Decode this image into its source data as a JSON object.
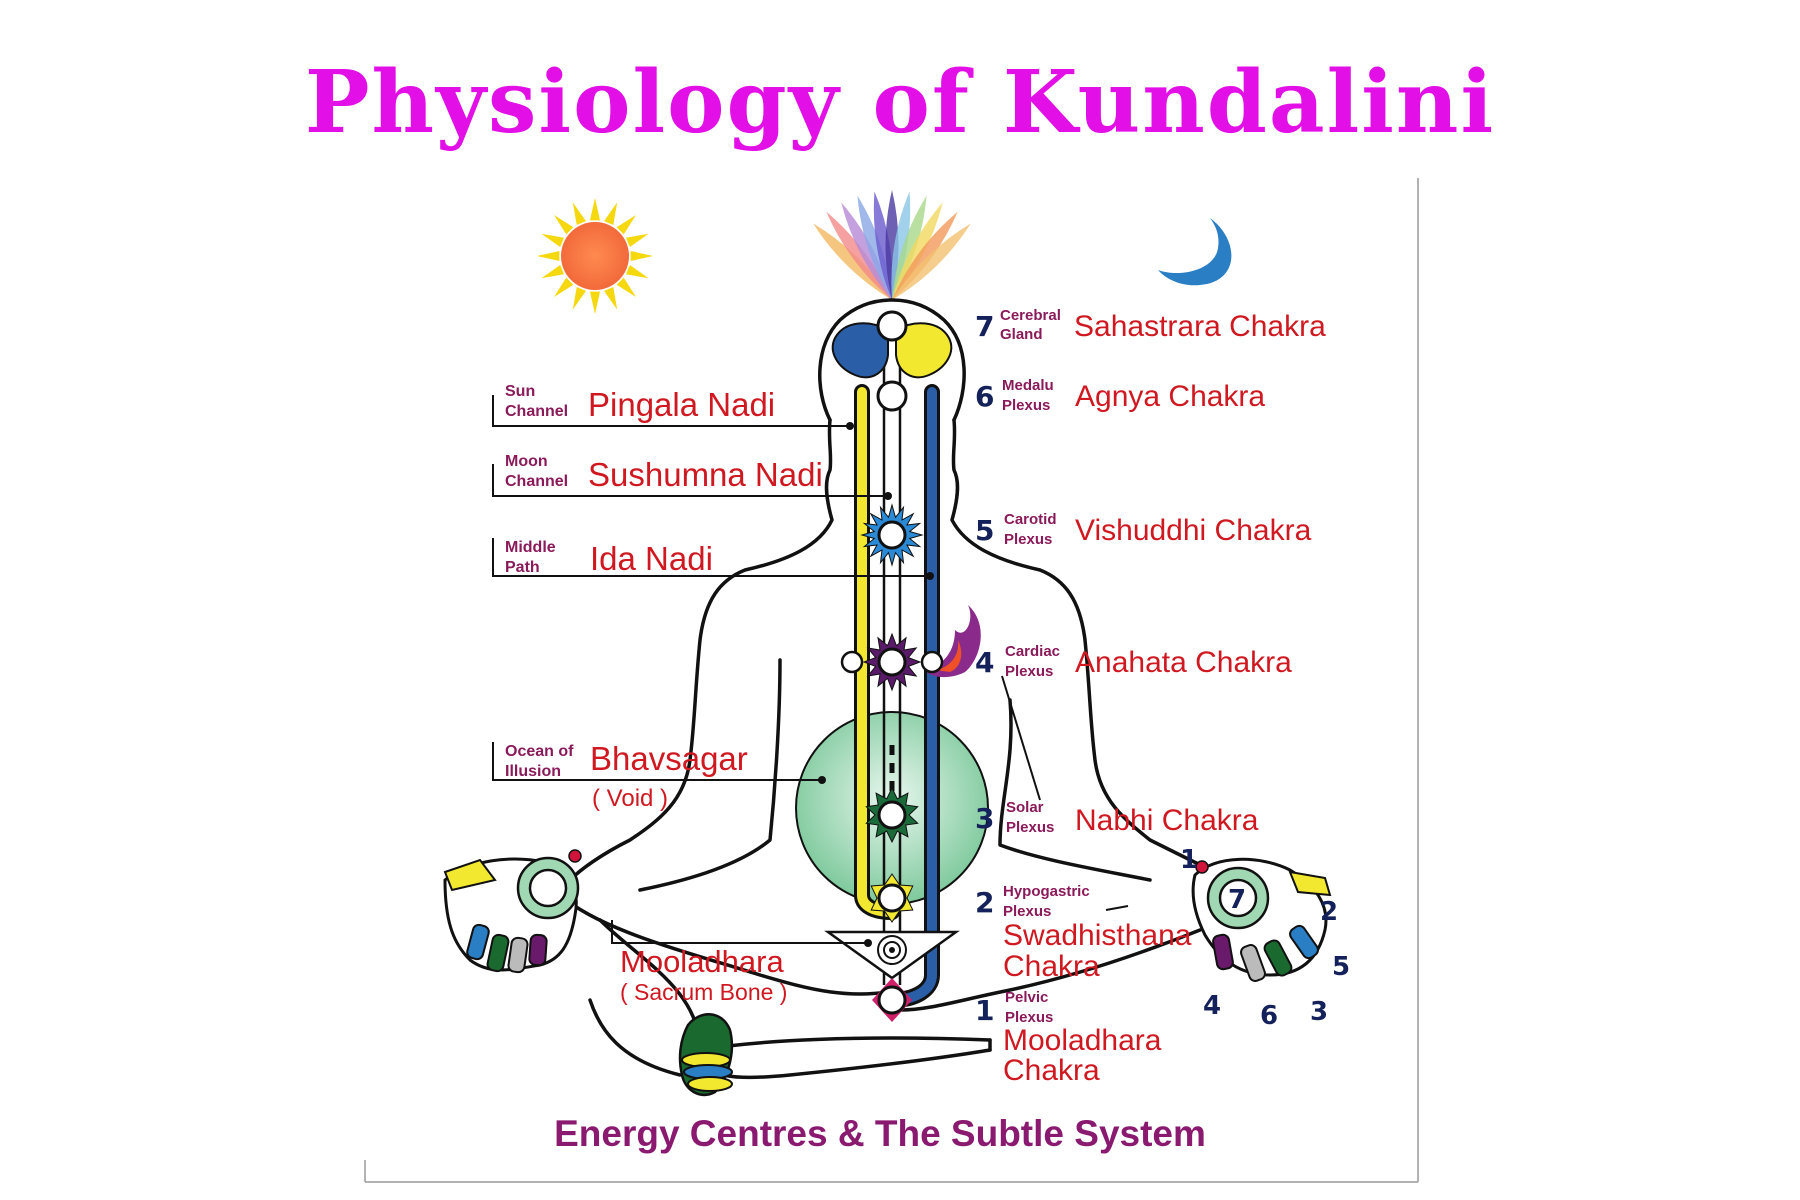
{
  "title": "Physiology of Kundalini",
  "caption": "Energy Centres & The Subtle System",
  "left_labels": [
    {
      "small1": "Sun",
      "small2": "Channel",
      "name": "Pingala Nadi"
    },
    {
      "small1": "Moon",
      "small2": "Channel",
      "name": "Sushumna Nadi"
    },
    {
      "small1": "Middle",
      "small2": "Path",
      "name": "Ida Nadi"
    },
    {
      "small1": "Ocean of",
      "small2": "Illusion",
      "name": "Bhavsagar",
      "sub": "( Void )"
    }
  ],
  "mooladhara_bone": {
    "name": "Mooladhara",
    "sub": "( Sacrum Bone )"
  },
  "chakras": [
    {
      "num": "7",
      "small1": "Cerebral",
      "small2": "Gland",
      "name": "Sahastrara Chakra"
    },
    {
      "num": "6",
      "small1": "Medalu",
      "small2": "Plexus",
      "name": "Agnya Chakra"
    },
    {
      "num": "5",
      "small1": "Carotid",
      "small2": "Plexus",
      "name": "Vishuddhi Chakra"
    },
    {
      "num": "4",
      "small1": "Cardiac",
      "small2": "Plexus",
      "name": "Anahata Chakra"
    },
    {
      "num": "3",
      "small1": "Solar",
      "small2": "Plexus",
      "name": "Nabhi Chakra"
    },
    {
      "num": "2",
      "small1": "Hypogastric",
      "small2": "Plexus",
      "name1": "Swadhisthana",
      "name2": "Chakra"
    },
    {
      "num": "1",
      "small1": "Pelvic",
      "small2": "Plexus",
      "name1": "Mooladhara",
      "name2": "Chakra"
    }
  ],
  "hand_numbers": {
    "center": "7",
    "fingers": [
      "1",
      "2",
      "5",
      "3",
      "6",
      "4"
    ]
  },
  "colors": {
    "title": "#e20fe6",
    "label_red": "#d01820",
    "small_plum": "#8a1a5a",
    "number_navy": "#14215a",
    "ida_yellow": "#f2e830",
    "pingala_blue": "#2a5fa8",
    "void_green": "#9fd8b2"
  }
}
